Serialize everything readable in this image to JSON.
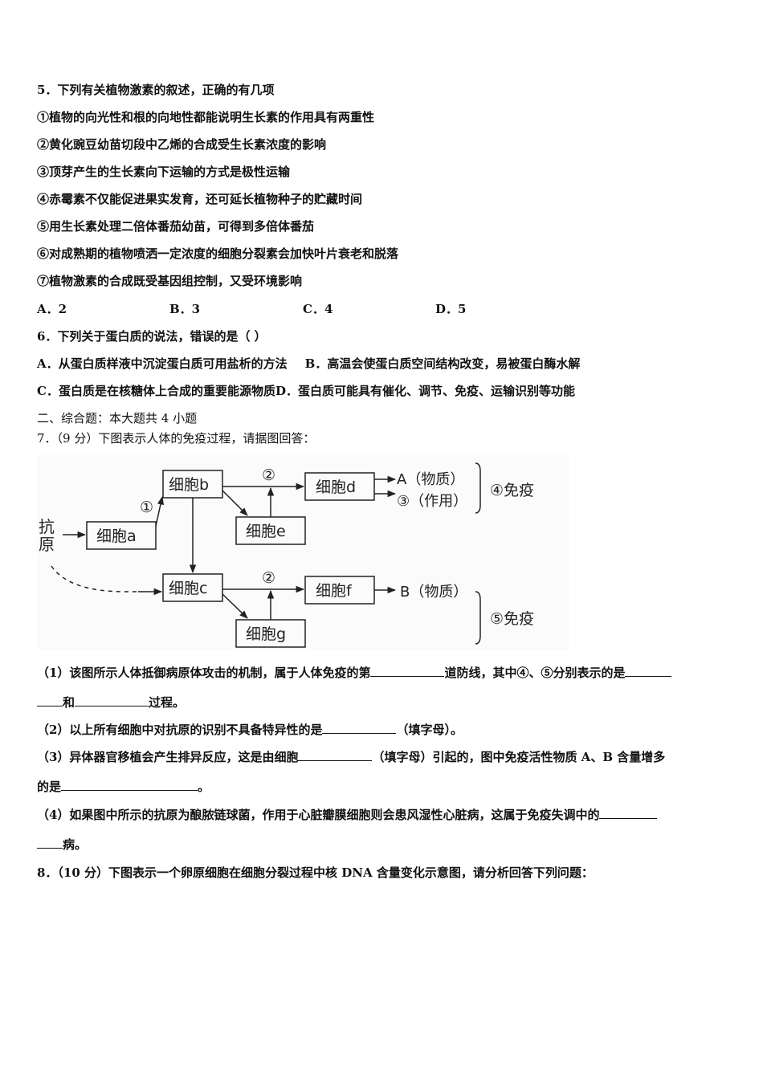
{
  "q5": {
    "stem": "5．下列有关植物激素的叙述，正确的有几项",
    "items": [
      "①植物的向光性和根的向地性都能说明生长素的作用具有两重性",
      "②黄化豌豆幼苗切段中乙烯的合成受生长素浓度的影响",
      "③顶芽产生的生长素向下运输的方式是极性运输",
      "④赤霉素不仅能促进果实发育，还可延长植物种子的贮藏时间",
      "⑤用生长素处理二倍体番茄幼苗，可得到多倍体番茄",
      "⑥对成熟期的植物喷洒一定浓度的细胞分裂素会加快叶片衰老和脱落",
      "⑦植物激素的合成既受基因组控制，又受环境影响"
    ],
    "options": [
      "A．2",
      "B．3",
      "C．4",
      "D．5"
    ]
  },
  "q6": {
    "stem": "6．下列关于蛋白质的说法，错误的是（ ）",
    "option_a": "A．从蛋白质样液中沉淀蛋白质可用盐析的方法",
    "option_b": "B．高温会使蛋白质空间结构改变，易被蛋白酶水解",
    "option_c": "C．蛋白质是在核糖体上合成的重要能源物质",
    "option_d": "D．蛋白质可能具有催化、调节、免疫、运输识别等功能"
  },
  "section2": "二、综合题：本大题共 4 小题",
  "q7": {
    "stem": "7．（9 分）下图表示人体的免疫过程，请据图回答：",
    "diagram": {
      "antigen": [
        "抗",
        "原"
      ],
      "cell_a": "细胞a",
      "cell_b": "细胞b",
      "cell_c_top": "细胞c",
      "cell_d": "细胞d",
      "cell_e": "细胞e",
      "cell_f": "细胞f",
      "cell_g": "细胞g",
      "step1": "①",
      "step2_top": "②",
      "step2_bottom": "②",
      "out_a": "A（物质）",
      "out_3": "③（作用）",
      "out_b": "B（物质）",
      "immune_4": "④免疫",
      "immune_5": "⑤免疫"
    },
    "p1_line1_a": "（1）该图所示人体抵御病原体攻击的机制，属于人体免疫的第",
    "p1_line1_b": "道防线，其中④、⑤分别表示的是",
    "p1_line2_a": "和",
    "p1_line2_b": "过程。",
    "p2_a": "（2）以上所有细胞中对抗原的识别不具备特异性的是",
    "p2_b": "（填字母）。",
    "p3_line1_a": "（3）异体器官移植会产生排异反应，这是由细胞",
    "p3_line1_b": "（填字母）引起的，图中免疫活性物质 A、B 含量增多",
    "p3_line2_a": "的是",
    "p3_line2_b": "。",
    "p4_line1": "（4）如果图中所示的抗原为酿脓链球菌，作用于心脏瓣膜细胞则会患风湿性心脏病，这属于免疫失调中的",
    "p4_line2_b": "病。"
  },
  "q8": {
    "stem": "8．（10 分）下图表示一个卵原细胞在细胞分裂过程中核 DNA 含量变化示意图，请分析回答下列问题："
  }
}
